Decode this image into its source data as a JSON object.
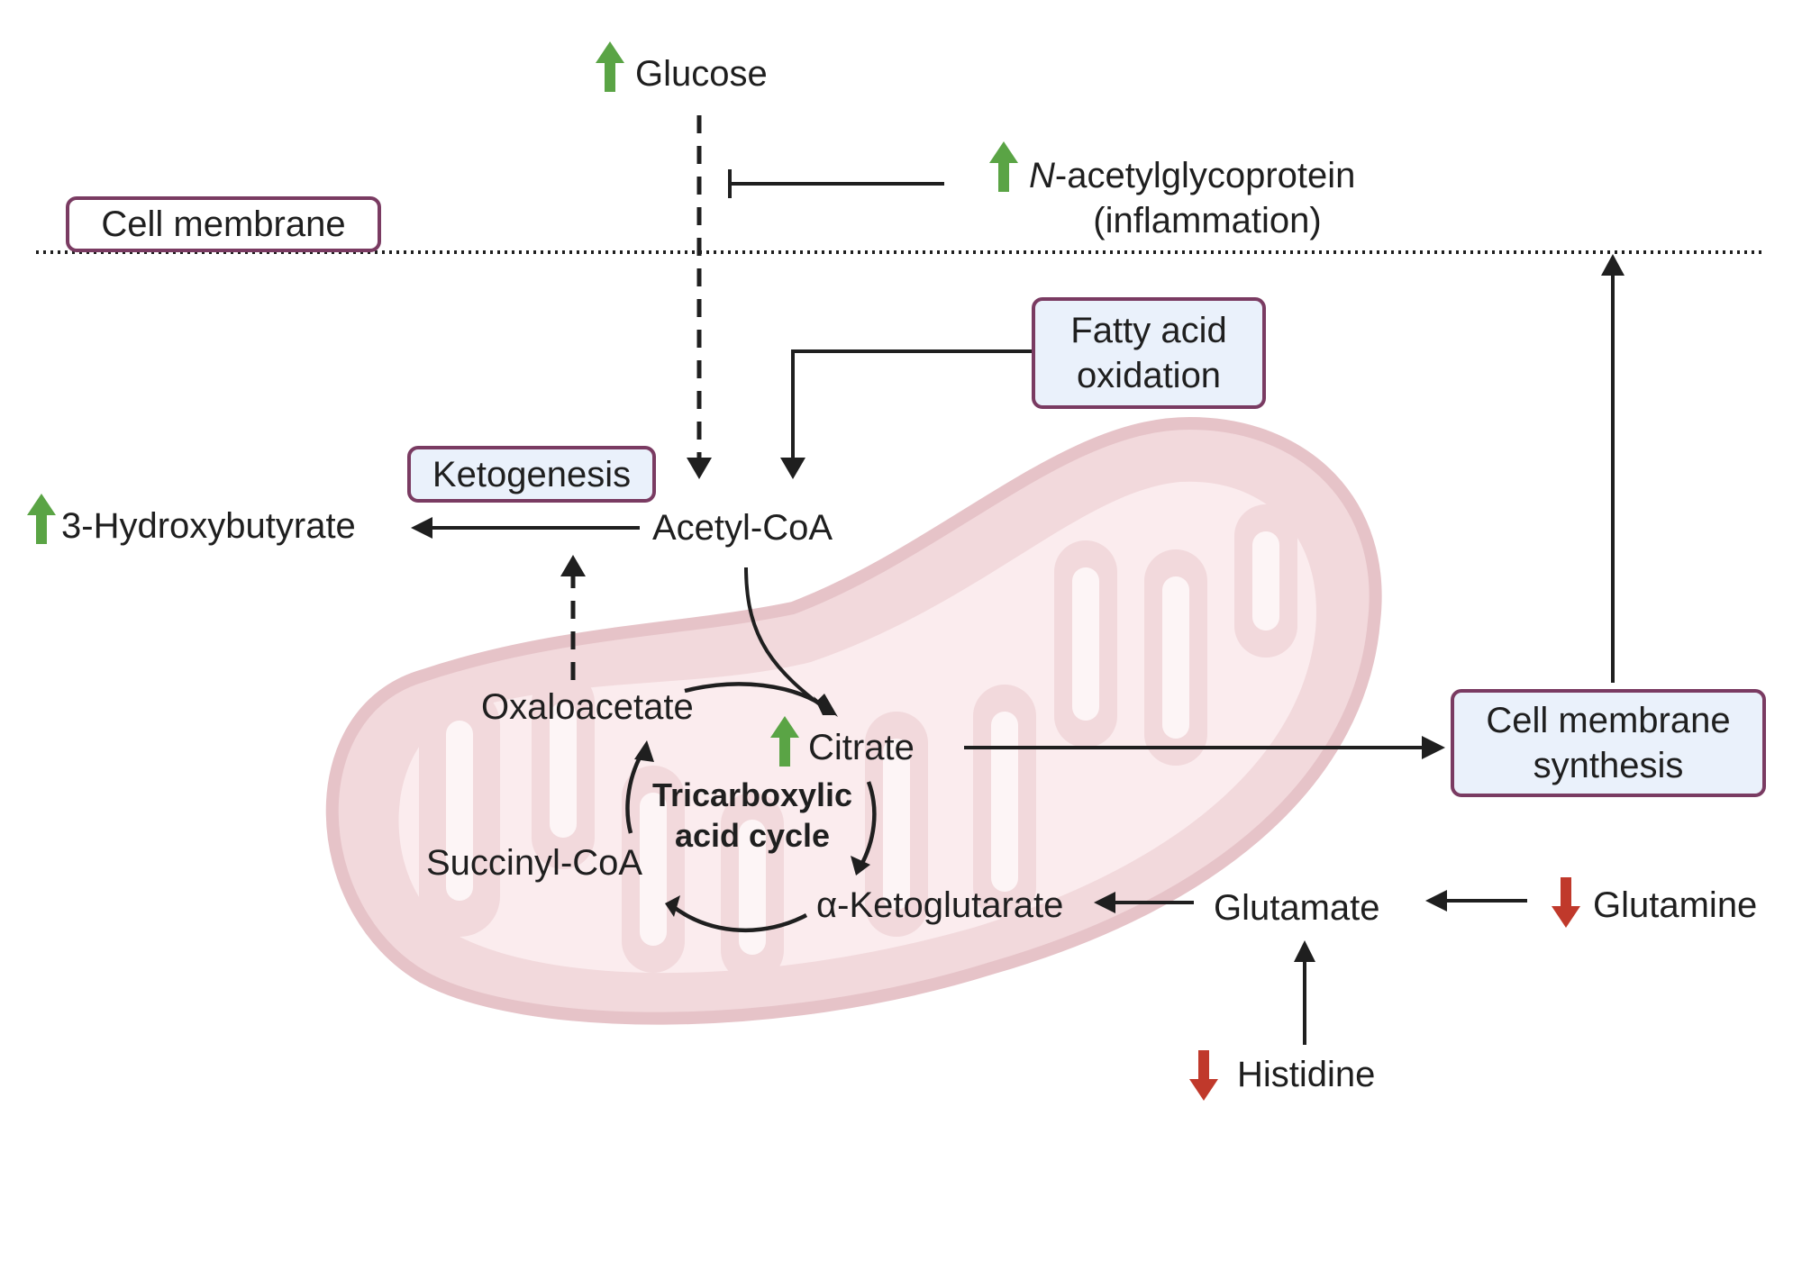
{
  "labels": {
    "glucose": "Glucose",
    "n_acetyl_prefix": "N",
    "n_acetyl_rest": "-acetylglycoprotein",
    "inflammation": "(inflammation)",
    "cell_membrane": "Cell membrane",
    "fatty_acid_line1": "Fatty acid",
    "fatty_acid_line2": "oxidation",
    "ketogenesis": "Ketogenesis",
    "hydroxybutyrate": "3-Hydroxybutyrate",
    "acetyl_coa": "Acetyl-CoA",
    "oxaloacetate": "Oxaloacetate",
    "citrate": "Citrate",
    "tca_line1": "Tricarboxylic",
    "tca_line2": "acid cycle",
    "succinyl_coa": "Succinyl-CoA",
    "alpha_ketoglutarate": "α-Ketoglutarate",
    "glutamate": "Glutamate",
    "glutamine": "Glutamine",
    "histidine": "Histidine",
    "membrane_synth_line1": "Cell membrane",
    "membrane_synth_line2": "synthesis"
  },
  "indicators": {
    "increased": [
      "Glucose",
      "N-acetylglycoprotein",
      "3-Hydroxybutyrate",
      "Citrate"
    ],
    "decreased": [
      "Glutamine",
      "Histidine"
    ]
  },
  "colors": {
    "increase_arrow": "#5aa445",
    "decrease_arrow": "#c0392b",
    "box_border": "#7a3b62",
    "box_fill": "#eaf1fb",
    "mitochondrion": "#f2d9dc",
    "mitochondrion_outline": "#e6c3c8"
  }
}
